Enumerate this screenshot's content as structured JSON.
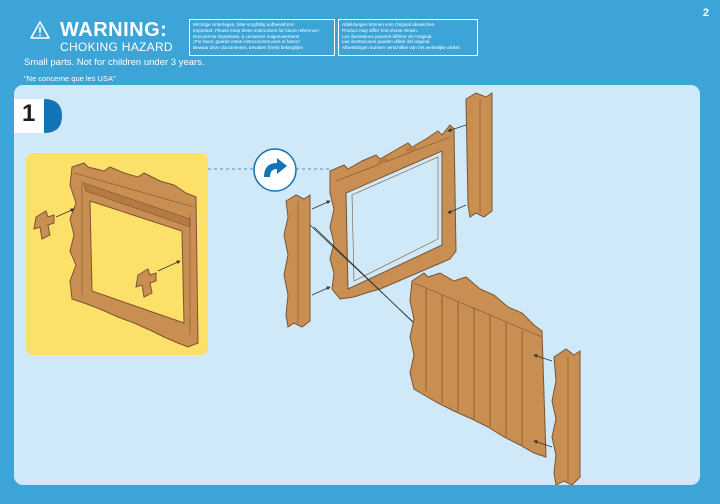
{
  "page_number": "2",
  "warning": {
    "title": "WARNING:",
    "subtitle": "CHOKING HAZARD",
    "small_parts": "Small parts. Not for children under 3 years.",
    "usa_note": "\"Ne concerne que les USA\""
  },
  "notices": {
    "left": [
      "Wichtige Unterlagen, bitte sorgfältig aufbewahren!",
      "Important: Please keep these instructions for future reference!",
      "Documents importants, à conserver soigneusement!",
      "¡Por favor, guarde estas instrucciones para el futuro!",
      "Bewaar deze documenten, bevatten (hele) belangrijke"
    ],
    "right": [
      "Abbildungen können vom Original abweichen.",
      "Product may differ from those shown.",
      "Les illustrations peuvent différer de l'original.",
      "Las ilustraciones pueden diferir del original.",
      "Afbeeldingen kunnen verschillen van het werkelijke artikel."
    ]
  },
  "step": {
    "number": "1"
  },
  "icons": [
    "warning-triangle-icon",
    "rotate-arrow-icon"
  ],
  "colors": {
    "background": "#3da4d8",
    "panel": "#cfe9f8",
    "detail_box": "#fde06a",
    "wood": "#c98f52",
    "step_badge": "#1273b6"
  }
}
